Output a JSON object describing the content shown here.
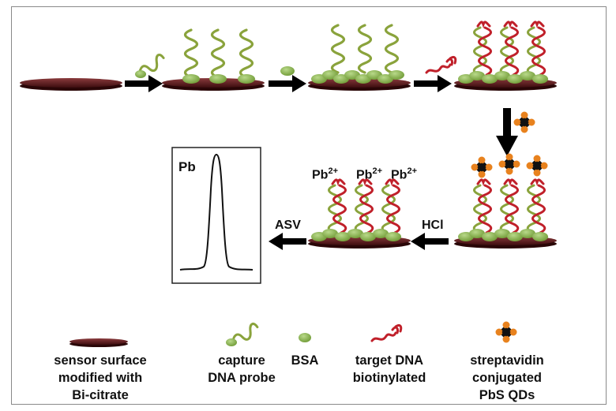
{
  "ion": {
    "symbol": "Pb",
    "charge": "2+"
  },
  "peak_label": "Pb",
  "step_labels": {
    "hcl": "HCl",
    "asv": "ASV"
  },
  "legend": [
    {
      "icon": "sensor-surface-icon",
      "line1": "sensor surface",
      "line2": "modified with",
      "line3": "Bi-citrate"
    },
    {
      "icon": "capture-probe-icon",
      "line1": "capture",
      "line2": "DNA probe"
    },
    {
      "icon": "bsa-icon",
      "line1": "BSA"
    },
    {
      "icon": "target-dna-icon",
      "line1": "target DNA",
      "line2": "biotinylated"
    },
    {
      "icon": "qd-icon",
      "line1": "streptavidin",
      "line2": "conjugated",
      "line3": "PbS QDs"
    }
  ],
  "colors": {
    "surface": "#5b1a1c",
    "probe": "#8aa33c",
    "bsa": "#8db54a",
    "target": "#c0202a",
    "qd": "#e8821e",
    "arrow": "#000000"
  }
}
